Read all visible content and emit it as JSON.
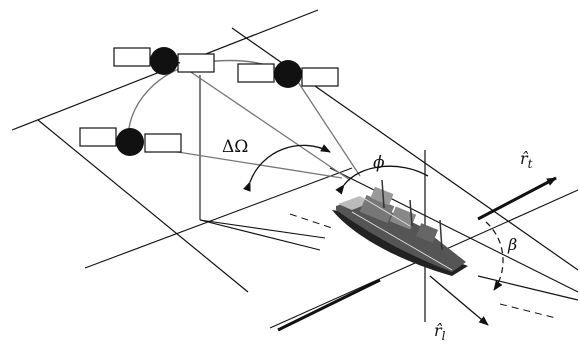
{
  "labels": {
    "delta_omega": "ΔΩ",
    "phi": "ϕ",
    "beta": "β",
    "r_t_symbol": "r̂",
    "r_t_subscript": "t",
    "r_l_symbol": "r̂",
    "r_l_subscript": "l"
  },
  "icons": {
    "satellite": "satellite-icon",
    "ship": "ship-icon"
  },
  "colors": {
    "line": "#111111",
    "satellite_body": "#111111",
    "solar_panel": "#ffffff",
    "ship_hull": "#222222"
  }
}
